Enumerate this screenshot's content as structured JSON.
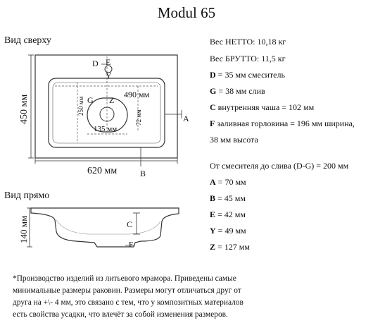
{
  "title": "Modul 65",
  "top_view": {
    "label": "Вид сверху",
    "dim_width": "620 мм",
    "dim_depth": "450 мм",
    "dim_bowl_width": "490 мм",
    "dim_bowl_depth": "250 мм",
    "dim_drain_offset": "72 мм",
    "dim_overflow_width": "135 мм",
    "marker_a": "A",
    "marker_b": "B",
    "marker_d": "D",
    "marker_e": "E",
    "marker_y": "Y",
    "marker_g": "G",
    "marker_z": "Z"
  },
  "front_view": {
    "label": "Вид прямо",
    "dim_height": "140 мм",
    "marker_c": "C",
    "marker_f": "F"
  },
  "specs": {
    "net_weight": "Вес НЕТТО: 10,18 кг",
    "gross_weight": "Вес БРУТТО: 11,5 кг",
    "d_key": "D",
    "d_text": " = 35 мм смеситель",
    "g_key": "G",
    "g_text": " = 38 мм слив",
    "c_key": "C",
    "c_text": " внутренняя чаша = 102 мм",
    "f_key": "F",
    "f_text": " заливная горловина = 196 мм ширина,",
    "f_text2": "38 мм высота",
    "mixer_to_drain": "От смесителя до слива (D-G) = 200 мм",
    "a_key": "A",
    "a_text": " = 70 мм",
    "b_key": "B",
    "b_text": " = 45 мм",
    "e_key": "E",
    "e_text": " = 42 мм",
    "y_key": "Y",
    "y_text": " = 49 мм",
    "z_key": "Z",
    "z_text": " = 127 мм"
  },
  "footnote": "*Производство изделий из литьевого мрамора. Приведены самые минимальные размеры раковин. Размеры могут отличаться друг от друга на +\\- 4 мм, это связано с тем, что у композитных материалов есть свойства усадки, что влечёт за собой изменения размеров."
}
